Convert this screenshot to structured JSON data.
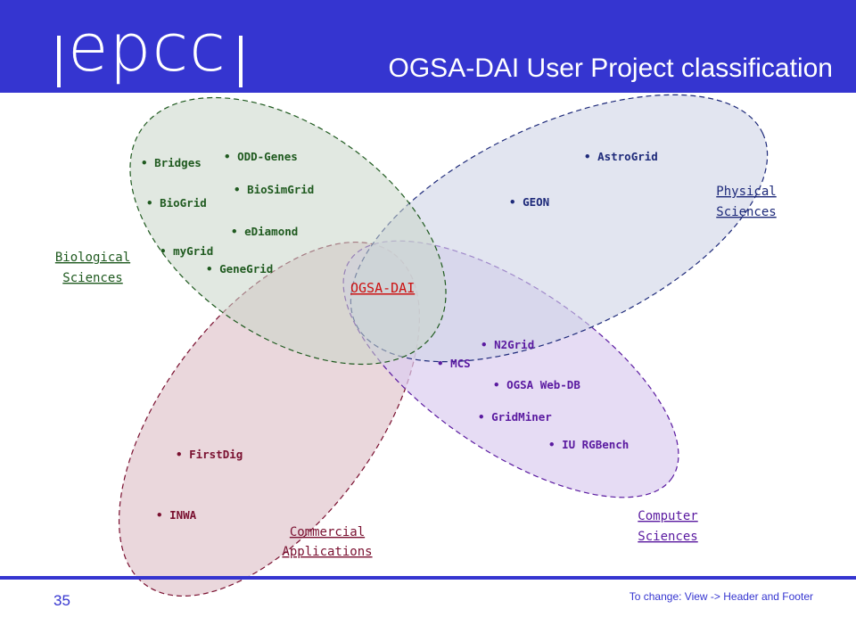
{
  "header": {
    "logo": "epcc",
    "title": "OGSA-DAI User Project classification"
  },
  "footer": {
    "page_number": "35",
    "text": "To change: View -> Header and Footer"
  },
  "diagram": {
    "center_label": "OGSA-DAI",
    "categories": {
      "biological": {
        "line1": "Biological",
        "line2": "Sciences"
      },
      "physical": {
        "line1": "Physical",
        "line2": "Sciences"
      },
      "commercial": {
        "line1": "Commercial ",
        "line2": "Applications"
      },
      "computer": {
        "line1": "Computer",
        "line2": "Sciences"
      }
    },
    "projects": {
      "biological": [
        "Bridges",
        "ODD-Genes",
        "BioSimGrid",
        "BioGrid",
        "eDiamond",
        "myGrid",
        "GeneGrid"
      ],
      "physical": [
        "AstroGrid",
        "GEON"
      ],
      "computer": [
        "N2Grid",
        "MCS",
        "OGSA Web-DB",
        "GridMiner",
        "IU RGBench"
      ],
      "commercial": [
        "FirstDig",
        "INWA"
      ]
    },
    "colors": {
      "brand": "#3535d0",
      "biological": "#1f5a1f",
      "physical": "#1e2a7a",
      "computer": "#5a1aa0",
      "commercial": "#7a1030",
      "center": "#cc1111"
    }
  }
}
